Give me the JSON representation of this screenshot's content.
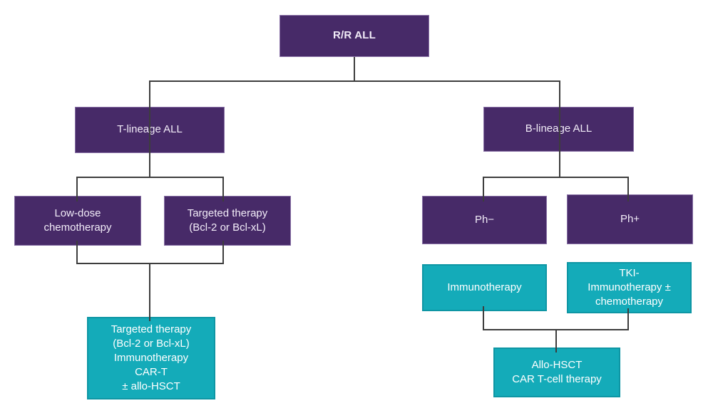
{
  "diagram": {
    "title": "R/R ALL treatment algorithm flowchart",
    "colors": {
      "node_primary": "#472a68",
      "node_secondary": "#14abb9",
      "node_secondary_border": "#0e96a4",
      "connector": "#3d3d3d",
      "text_on_primary": "#f2ecf8",
      "text_on_secondary": "#ffffff",
      "background": "#ffffff"
    },
    "nodes": {
      "rr_all": {
        "label": "R/R ALL"
      },
      "t_lineage": {
        "label": "T-lineage ALL"
      },
      "b_lineage": {
        "label": "B-lineage ALL"
      },
      "low_dose": {
        "label": "Low-dose\nchemotherapy"
      },
      "targeted": {
        "label": "Targeted therapy\n(Bcl-2 or Bcl-xL)"
      },
      "ph_neg": {
        "label": "Ph−"
      },
      "ph_pos": {
        "label": "Ph+"
      },
      "immuno": {
        "label": "Immunotherapy"
      },
      "tki": {
        "label": "TKI-\nImmunotherapy ±\nchemotherapy"
      },
      "t_combo": {
        "label": "Targeted therapy\n(Bcl-2 or Bcl-xL)\nImmunotherapy\nCAR-T\n± allo-HSCT"
      },
      "allo": {
        "label": "Allo-HSCT\nCAR T-cell therapy"
      }
    }
  }
}
